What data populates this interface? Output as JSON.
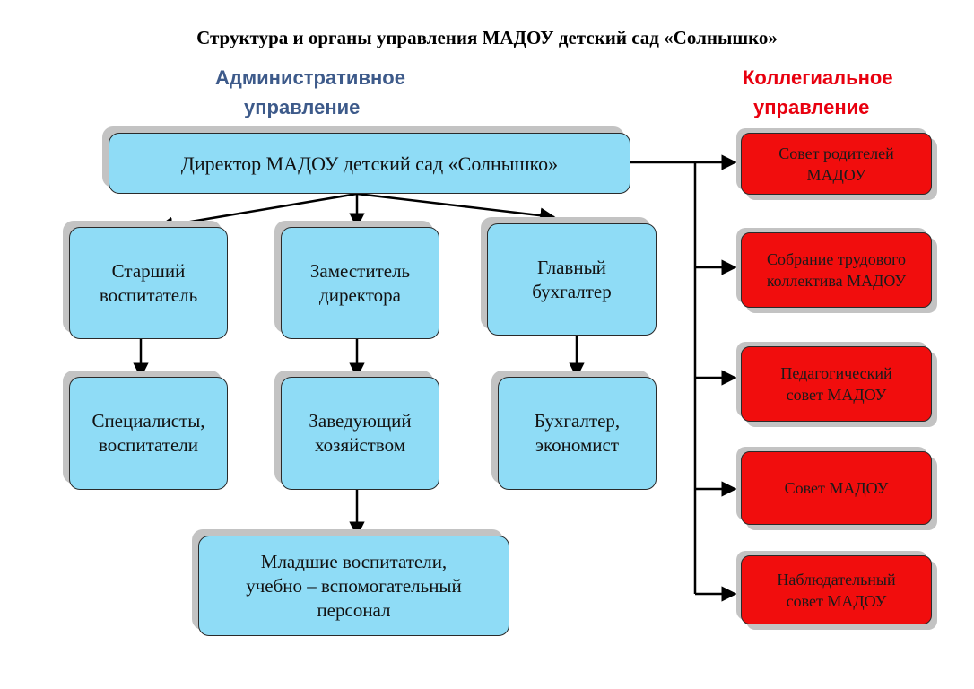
{
  "title": "Структура и органы управления МАДОУ детский сад «Солнышко»",
  "administrative": {
    "line1": "Административное",
    "line2": "управление"
  },
  "collegial": {
    "line1": "Коллегиальное",
    "line2": "управление"
  },
  "director": "Директор МАДОУ детский сад «Солнышко»",
  "level2": [
    {
      "line1": "Старший",
      "line2": "воспитатель"
    },
    {
      "line1": "Заместитель",
      "line2": "директора"
    },
    {
      "line1": "Главный",
      "line2": "бухгалтер"
    }
  ],
  "level3": [
    {
      "line1": "Специалисты,",
      "line2": "воспитатели"
    },
    {
      "line1": "Заведующий",
      "line2": "хозяйством"
    },
    {
      "line1": "Бухгалтер,",
      "line2": "экономист"
    }
  ],
  "level4": {
    "line1": "Младшие воспитатели,",
    "line2": "учебно – вспомогательный",
    "line3": "персонал"
  },
  "councils": [
    {
      "line1": "Совет родителей",
      "line2": "МАДОУ"
    },
    {
      "line1": "Собрание трудового",
      "line2": "коллектива МАДОУ"
    },
    {
      "line1": "Педагогический",
      "line2": "совет МАДОУ"
    },
    {
      "line1": "Совет МАДОУ",
      "line2": ""
    },
    {
      "line1": "Наблюдательный",
      "line2": "совет МАДОУ"
    }
  ],
  "colors": {
    "admin_box": "#8fdcf6",
    "collegial_box": "#f10d0d",
    "admin_heading": "#3d5a8a",
    "collegial_heading": "#e8000f"
  }
}
